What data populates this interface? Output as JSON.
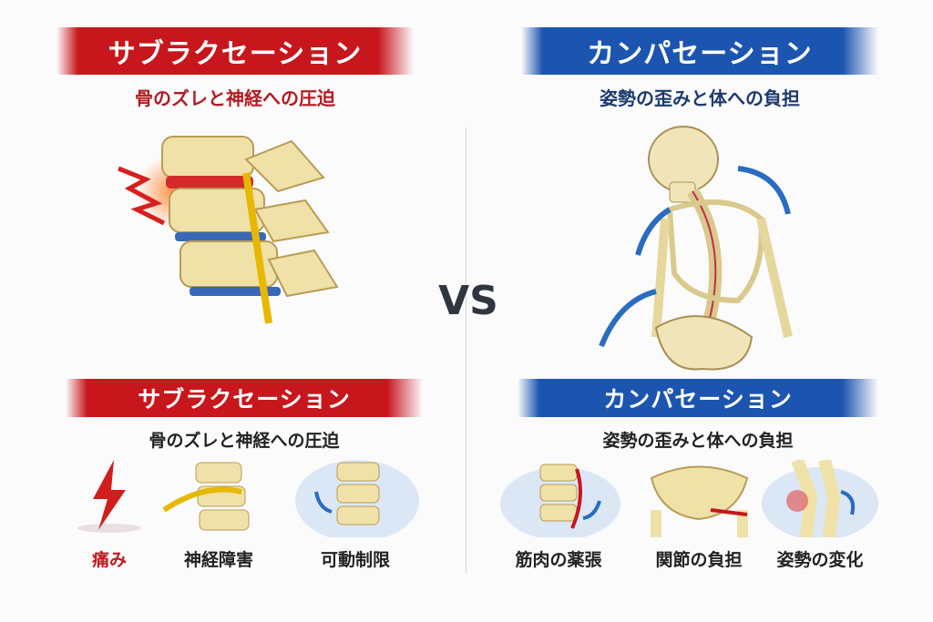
{
  "left": {
    "title": "サブラクセーション",
    "subtitle": "骨のズレと神経への圧迫",
    "bottom_title": "サブラクセーション",
    "bottom_subtitle": "骨のズレと神経への圧迫",
    "items": [
      {
        "label": "痛み",
        "icon": "lightning-pain-icon"
      },
      {
        "label": "神経障害",
        "icon": "nerve-spine-icon"
      },
      {
        "label": "可動制限",
        "icon": "restricted-spine-icon"
      }
    ],
    "accent": "#c8161d"
  },
  "vs": "VS",
  "right": {
    "title": "カンパセーション",
    "subtitle": "姿勢の歪みと体への負担",
    "bottom_title": "カンパセーション",
    "bottom_subtitle": "姿勢の歪みと体への負担",
    "items": [
      {
        "label": "筋肉の薬張",
        "icon": "muscle-spine-icon"
      },
      {
        "label": "関節の負担",
        "icon": "pelvis-joint-icon"
      },
      {
        "label": "姿勢の変化",
        "icon": "knee-joint-icon"
      }
    ],
    "accent": "#1c55b0"
  }
}
